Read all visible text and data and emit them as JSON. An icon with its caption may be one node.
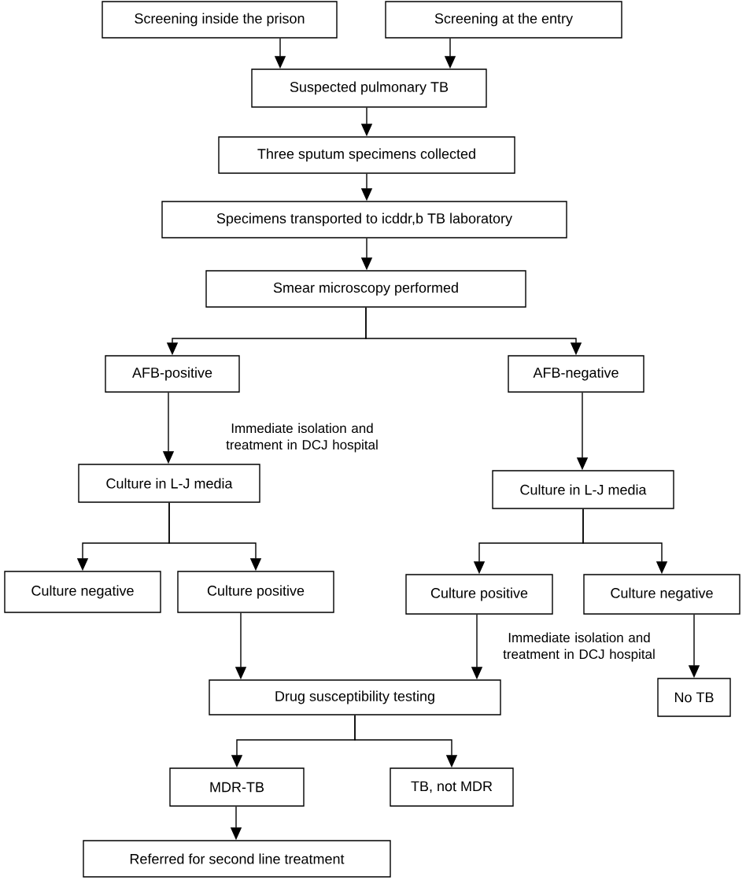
{
  "diagram": {
    "nodes": [
      {
        "text": [
          "Screening inside the prison"
        ]
      },
      {
        "text": [
          "Screening at the entry"
        ]
      },
      {
        "text": [
          "Suspected pulmonary TB"
        ]
      },
      {
        "text": [
          "Three sputum specimens collected"
        ]
      },
      {
        "text": [
          "Specimens transported to icddr,b TB laboratory"
        ]
      },
      {
        "text": [
          "Smear microscopy performed"
        ]
      },
      {
        "text": [
          "AFB-positive"
        ]
      },
      {
        "text": [
          "AFB-negative"
        ]
      },
      {
        "text": [
          "Culture in L-J media"
        ]
      },
      {
        "text": [
          "Culture in L-J media"
        ]
      },
      {
        "text": [
          "Culture negative"
        ]
      },
      {
        "text": [
          "Culture positive"
        ]
      },
      {
        "text": [
          "Culture positive"
        ]
      },
      {
        "text": [
          "Culture negative"
        ]
      },
      {
        "text": [
          "Drug susceptibility testing"
        ]
      },
      {
        "text": [
          "No TB"
        ]
      },
      {
        "text": [
          "MDR-TB"
        ]
      },
      {
        "text": [
          "TB, not MDR"
        ]
      },
      {
        "text": [
          "Referred for second line treatment"
        ]
      }
    ],
    "edges": [
      {
        "from": 0,
        "to": 2,
        "arrow": "to"
      },
      {
        "from": 1,
        "to": 2,
        "arrow": "to"
      },
      {
        "from": 2,
        "to": 3,
        "arrow": "to"
      },
      {
        "from": 3,
        "to": 4,
        "arrow": "to"
      },
      {
        "from": 4,
        "to": 5,
        "arrow": "to"
      },
      {
        "from": 5,
        "to": 6,
        "arrow": "to"
      },
      {
        "from": 5,
        "to": 7,
        "arrow": "to"
      },
      {
        "from": 6,
        "to": 8,
        "arrow": "to",
        "label": "Immediate isolation and treatment in DCJ hospital"
      },
      {
        "from": 7,
        "to": 9,
        "arrow": "to"
      },
      {
        "from": 8,
        "to": 10,
        "arrow": "to"
      },
      {
        "from": 8,
        "to": 11,
        "arrow": "to"
      },
      {
        "from": 9,
        "to": 12,
        "arrow": "to"
      },
      {
        "from": 9,
        "to": 13,
        "arrow": "to"
      },
      {
        "from": 11,
        "to": 14,
        "arrow": "to"
      },
      {
        "from": 12,
        "to": 14,
        "arrow": "to",
        "label": "Immediate isolation and treatment in DCJ hospital"
      },
      {
        "from": 13,
        "to": 15,
        "arrow": "to"
      },
      {
        "from": 14,
        "to": 16,
        "arrow": "to"
      },
      {
        "from": 14,
        "to": 17,
        "arrow": "to"
      },
      {
        "from": 16,
        "to": 18,
        "arrow": "to"
      }
    ]
  }
}
